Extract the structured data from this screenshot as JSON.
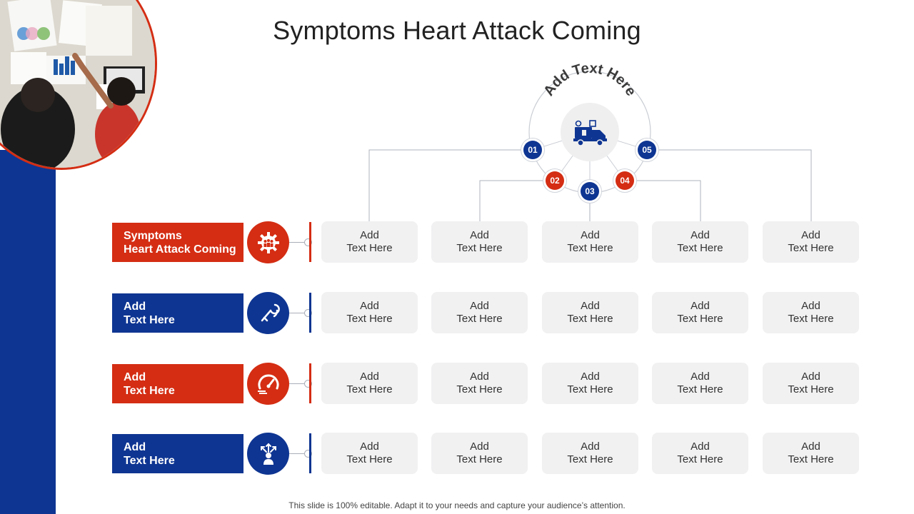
{
  "title": "Symptoms Heart Attack Coming",
  "hub": {
    "arc_text": "Add Text Here",
    "center_icon": "truck-icon",
    "badges": [
      "01",
      "02",
      "03",
      "04",
      "05"
    ]
  },
  "rows": [
    {
      "label_line1": "Symptoms",
      "label_line2": "Heart Attack Coming",
      "color": "red",
      "icon": "gear-people-icon"
    },
    {
      "label_line1": "Add",
      "label_line2": "Text Here",
      "color": "blue",
      "icon": "tools-icon"
    },
    {
      "label_line1": "Add",
      "label_line2": "Text Here",
      "color": "red",
      "icon": "speedometer-icon"
    },
    {
      "label_line1": "Add",
      "label_line2": "Text Here",
      "color": "blue",
      "icon": "person-arrows-icon"
    }
  ],
  "cell": {
    "line1": "Add",
    "line2": "Text Here"
  },
  "colors": {
    "red": "#d42d13",
    "blue": "#0e3592",
    "cell": "#f1f1f2"
  },
  "footer": "This slide is 100% editable. Adapt it to your needs and capture your audience’s attention."
}
